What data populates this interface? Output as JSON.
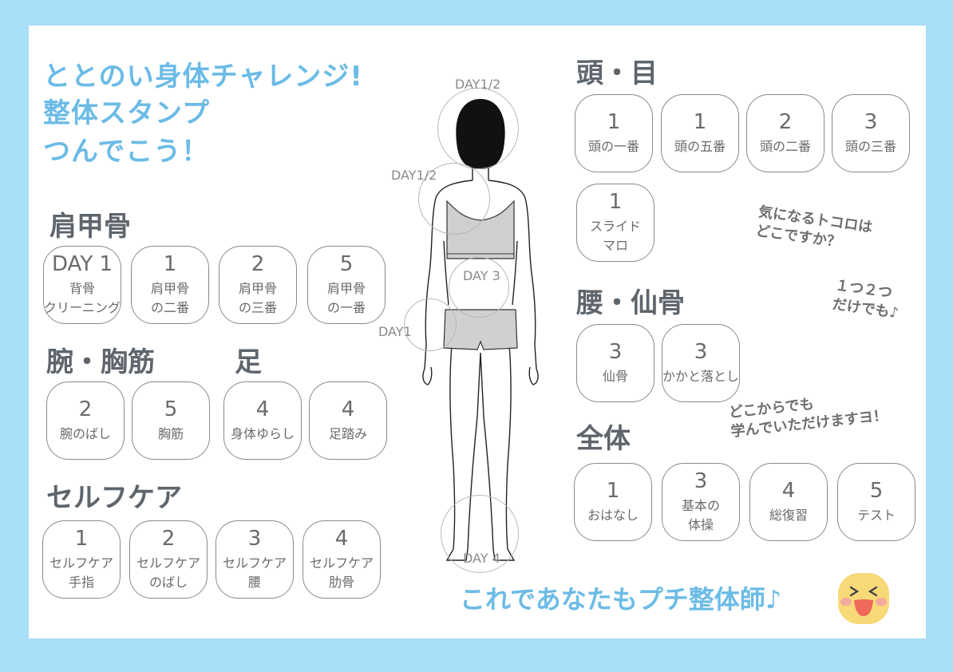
{
  "title": {
    "line1": "ととのい身体チャレンジ!",
    "line2": "整体スタンプ",
    "line3": "つんでこう！"
  },
  "sections": {
    "shoulder": "肩甲骨",
    "arm": "腕・胸筋",
    "foot": "足",
    "selfcare": "セルフケア",
    "head": "頭・目",
    "waist": "腰・仙骨",
    "whole": "全体"
  },
  "stamps": {
    "shoulder": [
      {
        "num": "DAY 1",
        "lines": [
          "背骨",
          "クリーニング"
        ]
      },
      {
        "num": "1",
        "lines": [
          "肩甲骨",
          "の二番"
        ]
      },
      {
        "num": "2",
        "lines": [
          "肩甲骨",
          "の三番"
        ]
      },
      {
        "num": "5",
        "lines": [
          "肩甲骨",
          "の一番"
        ]
      }
    ],
    "arm": [
      {
        "num": "2",
        "lines": [
          "腕のばし"
        ]
      },
      {
        "num": "5",
        "lines": [
          "胸筋"
        ]
      }
    ],
    "foot": [
      {
        "num": "4",
        "lines": [
          "身体ゆらし"
        ]
      },
      {
        "num": "4",
        "lines": [
          "足踏み"
        ]
      }
    ],
    "selfcare": [
      {
        "num": "1",
        "lines": [
          "セルフケア",
          "手指"
        ]
      },
      {
        "num": "2",
        "lines": [
          "セルフケア",
          "のばし"
        ]
      },
      {
        "num": "3",
        "lines": [
          "セルフケア",
          "腰"
        ]
      },
      {
        "num": "4",
        "lines": [
          "セルフケア",
          "肋骨"
        ]
      }
    ],
    "head_row1": [
      {
        "num": "1",
        "lines": [
          "頭の一番"
        ]
      },
      {
        "num": "1",
        "lines": [
          "頭の五番"
        ]
      },
      {
        "num": "2",
        "lines": [
          "頭の二番"
        ]
      },
      {
        "num": "3",
        "lines": [
          "頭の三番"
        ]
      }
    ],
    "head_row2": [
      {
        "num": "1",
        "lines": [
          "スライド",
          "マロ"
        ]
      }
    ],
    "waist": [
      {
        "num": "3",
        "lines": [
          "仙骨"
        ]
      },
      {
        "num": "3",
        "lines": [
          "かかと落とし"
        ]
      }
    ],
    "whole": [
      {
        "num": "1",
        "lines": [
          "おはなし"
        ]
      },
      {
        "num": "3",
        "lines": [
          "基本の",
          "体操"
        ]
      },
      {
        "num": "4",
        "lines": [
          "総復習"
        ]
      },
      {
        "num": "5",
        "lines": [
          "テスト"
        ]
      }
    ]
  },
  "day_labels": {
    "head": "DAY1/2",
    "upper_back": "DAY1/2",
    "hips": "DAY 3",
    "hand": "DAY1",
    "feet": "DAY 4"
  },
  "notes": {
    "note1": [
      "気になるトコロは",
      "どこですか？"
    ],
    "note2": [
      "１つ２つ",
      "だけでも♪"
    ],
    "note3": [
      "どこからでも",
      "学んでいただけますヨ！"
    ]
  },
  "bottom_text": "これであなたもプチ整体師♪",
  "colors": {
    "background": "#a9def8",
    "title": "#6bbbe6",
    "section": "#5e656c",
    "emoji": "#f7d978"
  },
  "icons": {
    "emoji": "laughing-face-icon"
  }
}
